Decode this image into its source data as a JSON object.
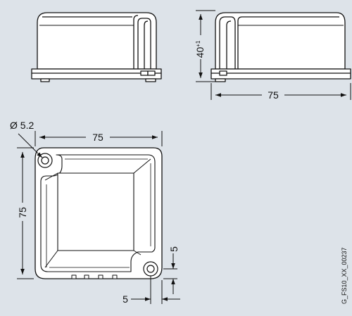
{
  "colors": {
    "background": "#dde3e9",
    "housing": "#ffffff",
    "stroke": "#111111"
  },
  "dimensions": {
    "side_height": "40",
    "side_height_tolerance": "+1",
    "side_width": "75",
    "top_width": "75",
    "top_height": "75",
    "hole_diameter": "Ø 5.2",
    "hole_offset_x": "5",
    "hole_offset_y": "5"
  },
  "drawing_code": "G_FS10_XX_00237"
}
